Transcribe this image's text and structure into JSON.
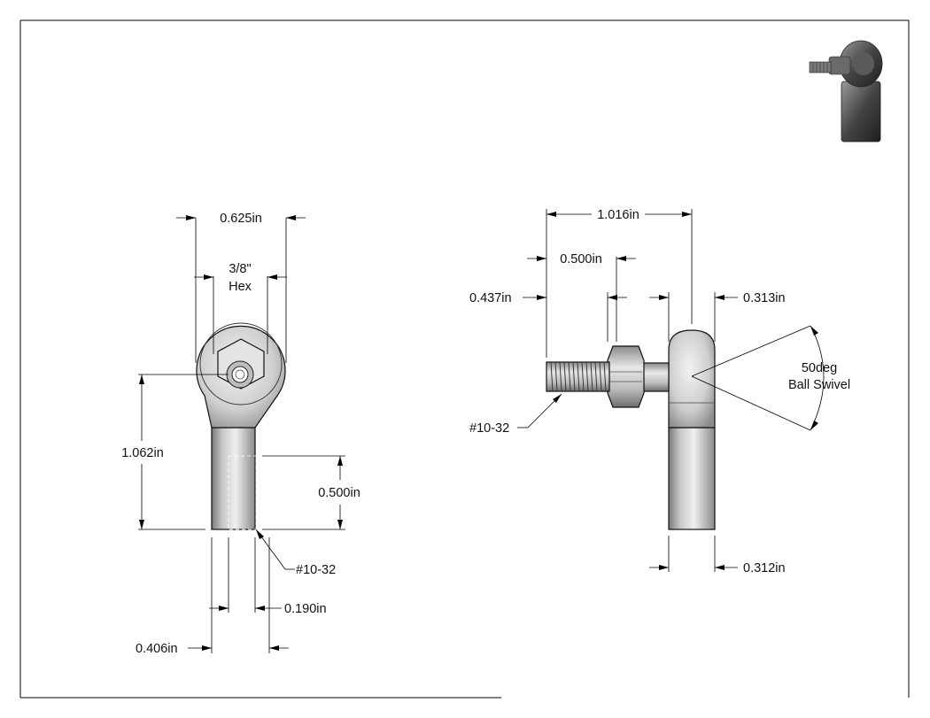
{
  "drawing": {
    "colors": {
      "line": "#000000",
      "part_light": "#e6e6e6",
      "part_mid": "#b4b4b4",
      "part_dark": "#6e6e6e",
      "background": "#ffffff"
    }
  },
  "front_view": {
    "width_label": "0.625in",
    "hex_label_line1": "3/8\"",
    "hex_label_line2": "Hex",
    "height_label": "1.062in",
    "thread_depth_label": "0.500in",
    "thread_label": "#10-32",
    "bore_label": "0.190in",
    "shank_label": "0.406in"
  },
  "side_view": {
    "overall_label": "1.016in",
    "stud_label": "0.500in",
    "thread_start_label": "0.437in",
    "head_label": "0.313in",
    "thread_label": "#10-32",
    "swivel_line1": "50deg",
    "swivel_line2": "Ball Swivel",
    "shank_label": "0.312in"
  }
}
